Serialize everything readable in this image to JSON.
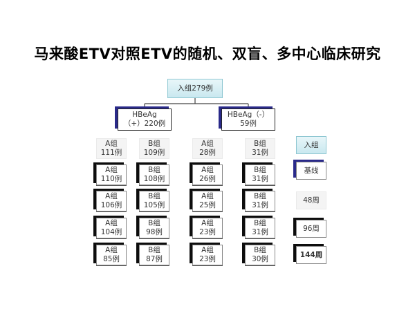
{
  "title": "马来酸ETV对照ETV的随机、双盲、多中心临床研究",
  "root": "入组279例",
  "branches": [
    {
      "line1": "HBeAg",
      "line2": "（+）220例"
    },
    {
      "line1": "HBeAg（-）",
      "line2": "59例"
    }
  ],
  "columns": [
    {
      "group": "A组",
      "counts": [
        "111例",
        "110例",
        "106例",
        "104例",
        "85例"
      ]
    },
    {
      "group": "B组",
      "counts": [
        "109例",
        "108例",
        "105例",
        "98例",
        "87例"
      ]
    },
    {
      "group": "A组",
      "counts": [
        "28例",
        "26例",
        "25例",
        "23例",
        "23例"
      ]
    },
    {
      "group": "B组",
      "counts": [
        "31例",
        "31例",
        "31例",
        "31例",
        "30例"
      ]
    }
  ],
  "legend": [
    "入组",
    "基线",
    "48周",
    "96周",
    "144周"
  ],
  "colors": {
    "root_fill": "#c9e8ef",
    "branch_shadow": "#2a2a8a",
    "box_shadow": "#0d0d0d"
  }
}
